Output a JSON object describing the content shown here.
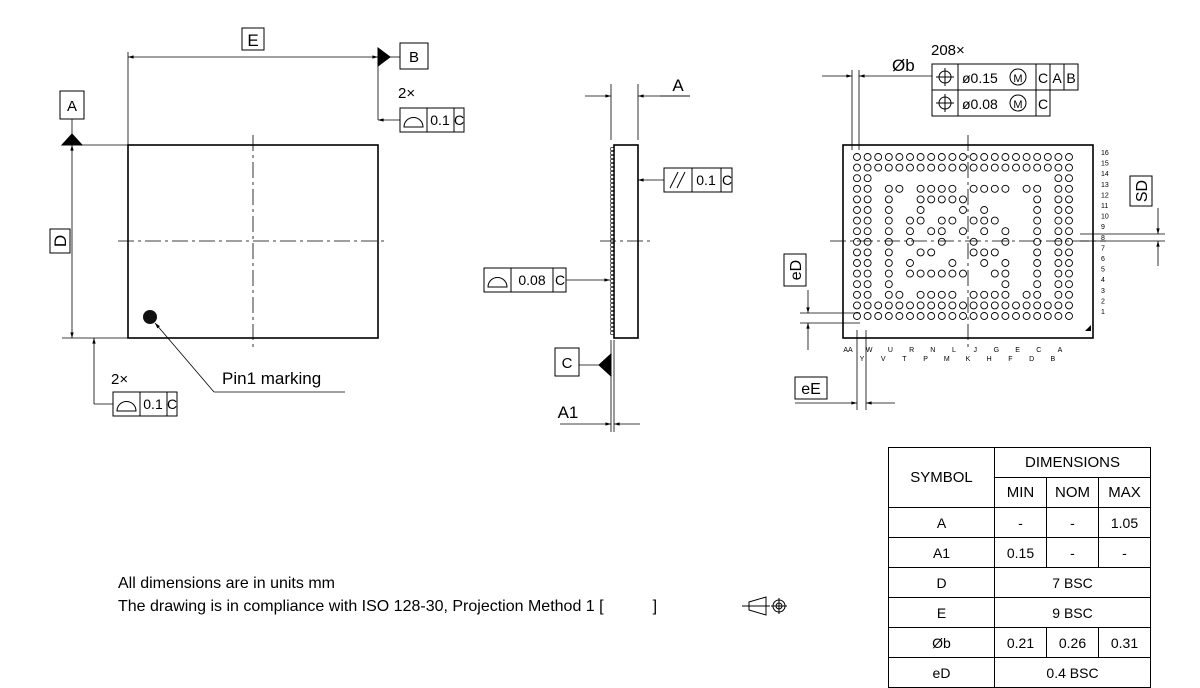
{
  "drawing": {
    "dim_E": "E",
    "dim_D": "D",
    "dim_A": "A",
    "dim_A1": "A1",
    "dim_b": "Øb",
    "dim_SD": "SD",
    "dim_eD": "eD",
    "dim_eE": "eE",
    "datum_A": "A",
    "datum_B": "B",
    "datum_C": "C",
    "count_2x_top": "2×",
    "count_2x_bottom": "2×",
    "count_208x": "208×",
    "flatness_top_value": "0.1",
    "flatness_top_ref": "C",
    "flatness_bottom_value": "0.1",
    "flatness_bottom_ref": "C",
    "parallel_value": "0.1",
    "parallel_ref": "C",
    "coplanarity_value": "0.08",
    "coplanarity_ref": "C",
    "pos1_value": "ø0.15",
    "pos1_mod": "M",
    "pos1_refs": [
      "C",
      "A",
      "B"
    ],
    "pos2_value": "ø0.08",
    "pos2_mod": "M",
    "pos2_refs": [
      "C"
    ],
    "pin1_label": "Pin1 marking",
    "row_numbers": [
      "16",
      "15",
      "14",
      "13",
      "12",
      "11",
      "10",
      "9",
      "8",
      "7",
      "6",
      "5",
      "4",
      "3",
      "2",
      "1"
    ],
    "col_letters_top": [
      "AA",
      "W",
      "U",
      "R",
      "N",
      "L",
      "J",
      "G",
      "E",
      "C",
      "A"
    ],
    "col_letters_bottom": [
      "Y",
      "V",
      "T",
      "P",
      "M",
      "K",
      "H",
      "F",
      "D",
      "B"
    ]
  },
  "notes": {
    "line1": "All dimensions are in units mm",
    "line2": "The drawing is in compliance with ISO 128-30, Projection Method 1 [",
    "line2_end": "]"
  },
  "table": {
    "header_symbol": "SYMBOL",
    "header_dimensions": "DIMENSIONS",
    "header_min": "MIN",
    "header_nom": "NOM",
    "header_max": "MAX",
    "rows": [
      {
        "symbol": "A",
        "min": "-",
        "nom": "-",
        "max": "1.05"
      },
      {
        "symbol": "A1",
        "min": "0.15",
        "nom": "-",
        "max": "-"
      },
      {
        "symbol": "D",
        "span": "7 BSC"
      },
      {
        "symbol": "E",
        "span": "9 BSC"
      },
      {
        "symbol": "Øb",
        "min": "0.21",
        "nom": "0.26",
        "max": "0.31"
      },
      {
        "symbol": "eD",
        "span": "0.4 BSC"
      }
    ]
  }
}
